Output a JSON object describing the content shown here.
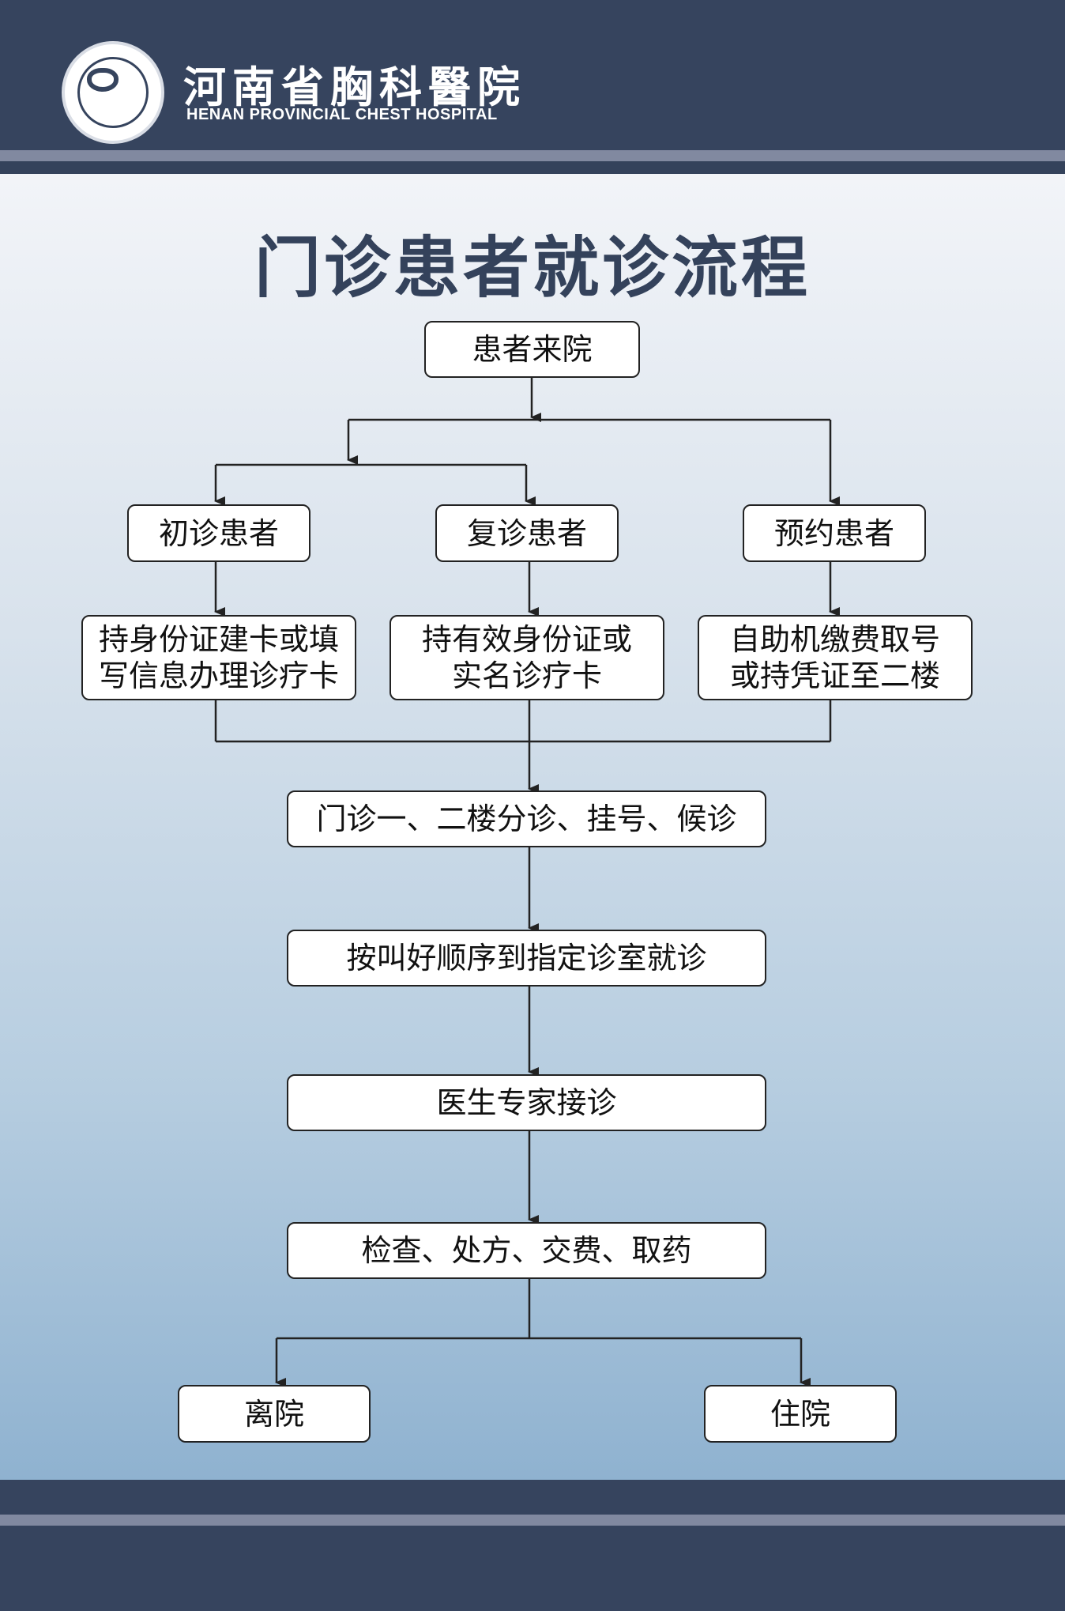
{
  "header": {
    "hospital_name_cn": "河南省胸科醫院",
    "hospital_name_en": "HENAN PROVINCIAL CHEST HOSPITAL"
  },
  "title": "门诊患者就诊流程",
  "flow": {
    "start": "患者来院",
    "branches": {
      "first_visit": "初诊患者",
      "return_visit": "复诊患者",
      "appointment": "预约患者"
    },
    "steps": {
      "first_visit_line1": "持身份证建卡或填",
      "first_visit_line2": "写信息办理诊疗卡",
      "return_visit_line1": "持有效身份证或",
      "return_visit_line2": "实名诊疗卡",
      "appointment_line1": "自助机缴费取号",
      "appointment_line2": "或持凭证至二楼"
    },
    "triage": "门诊一、二楼分诊、挂号、候诊",
    "call": "按叫好顺序到指定诊室就诊",
    "consult": "医生专家接诊",
    "exam": "检查、处方、交费、取药",
    "leave": "离院",
    "admit": "住院"
  },
  "colors": {
    "header_bg": "#36445e",
    "title": "#34425b"
  }
}
